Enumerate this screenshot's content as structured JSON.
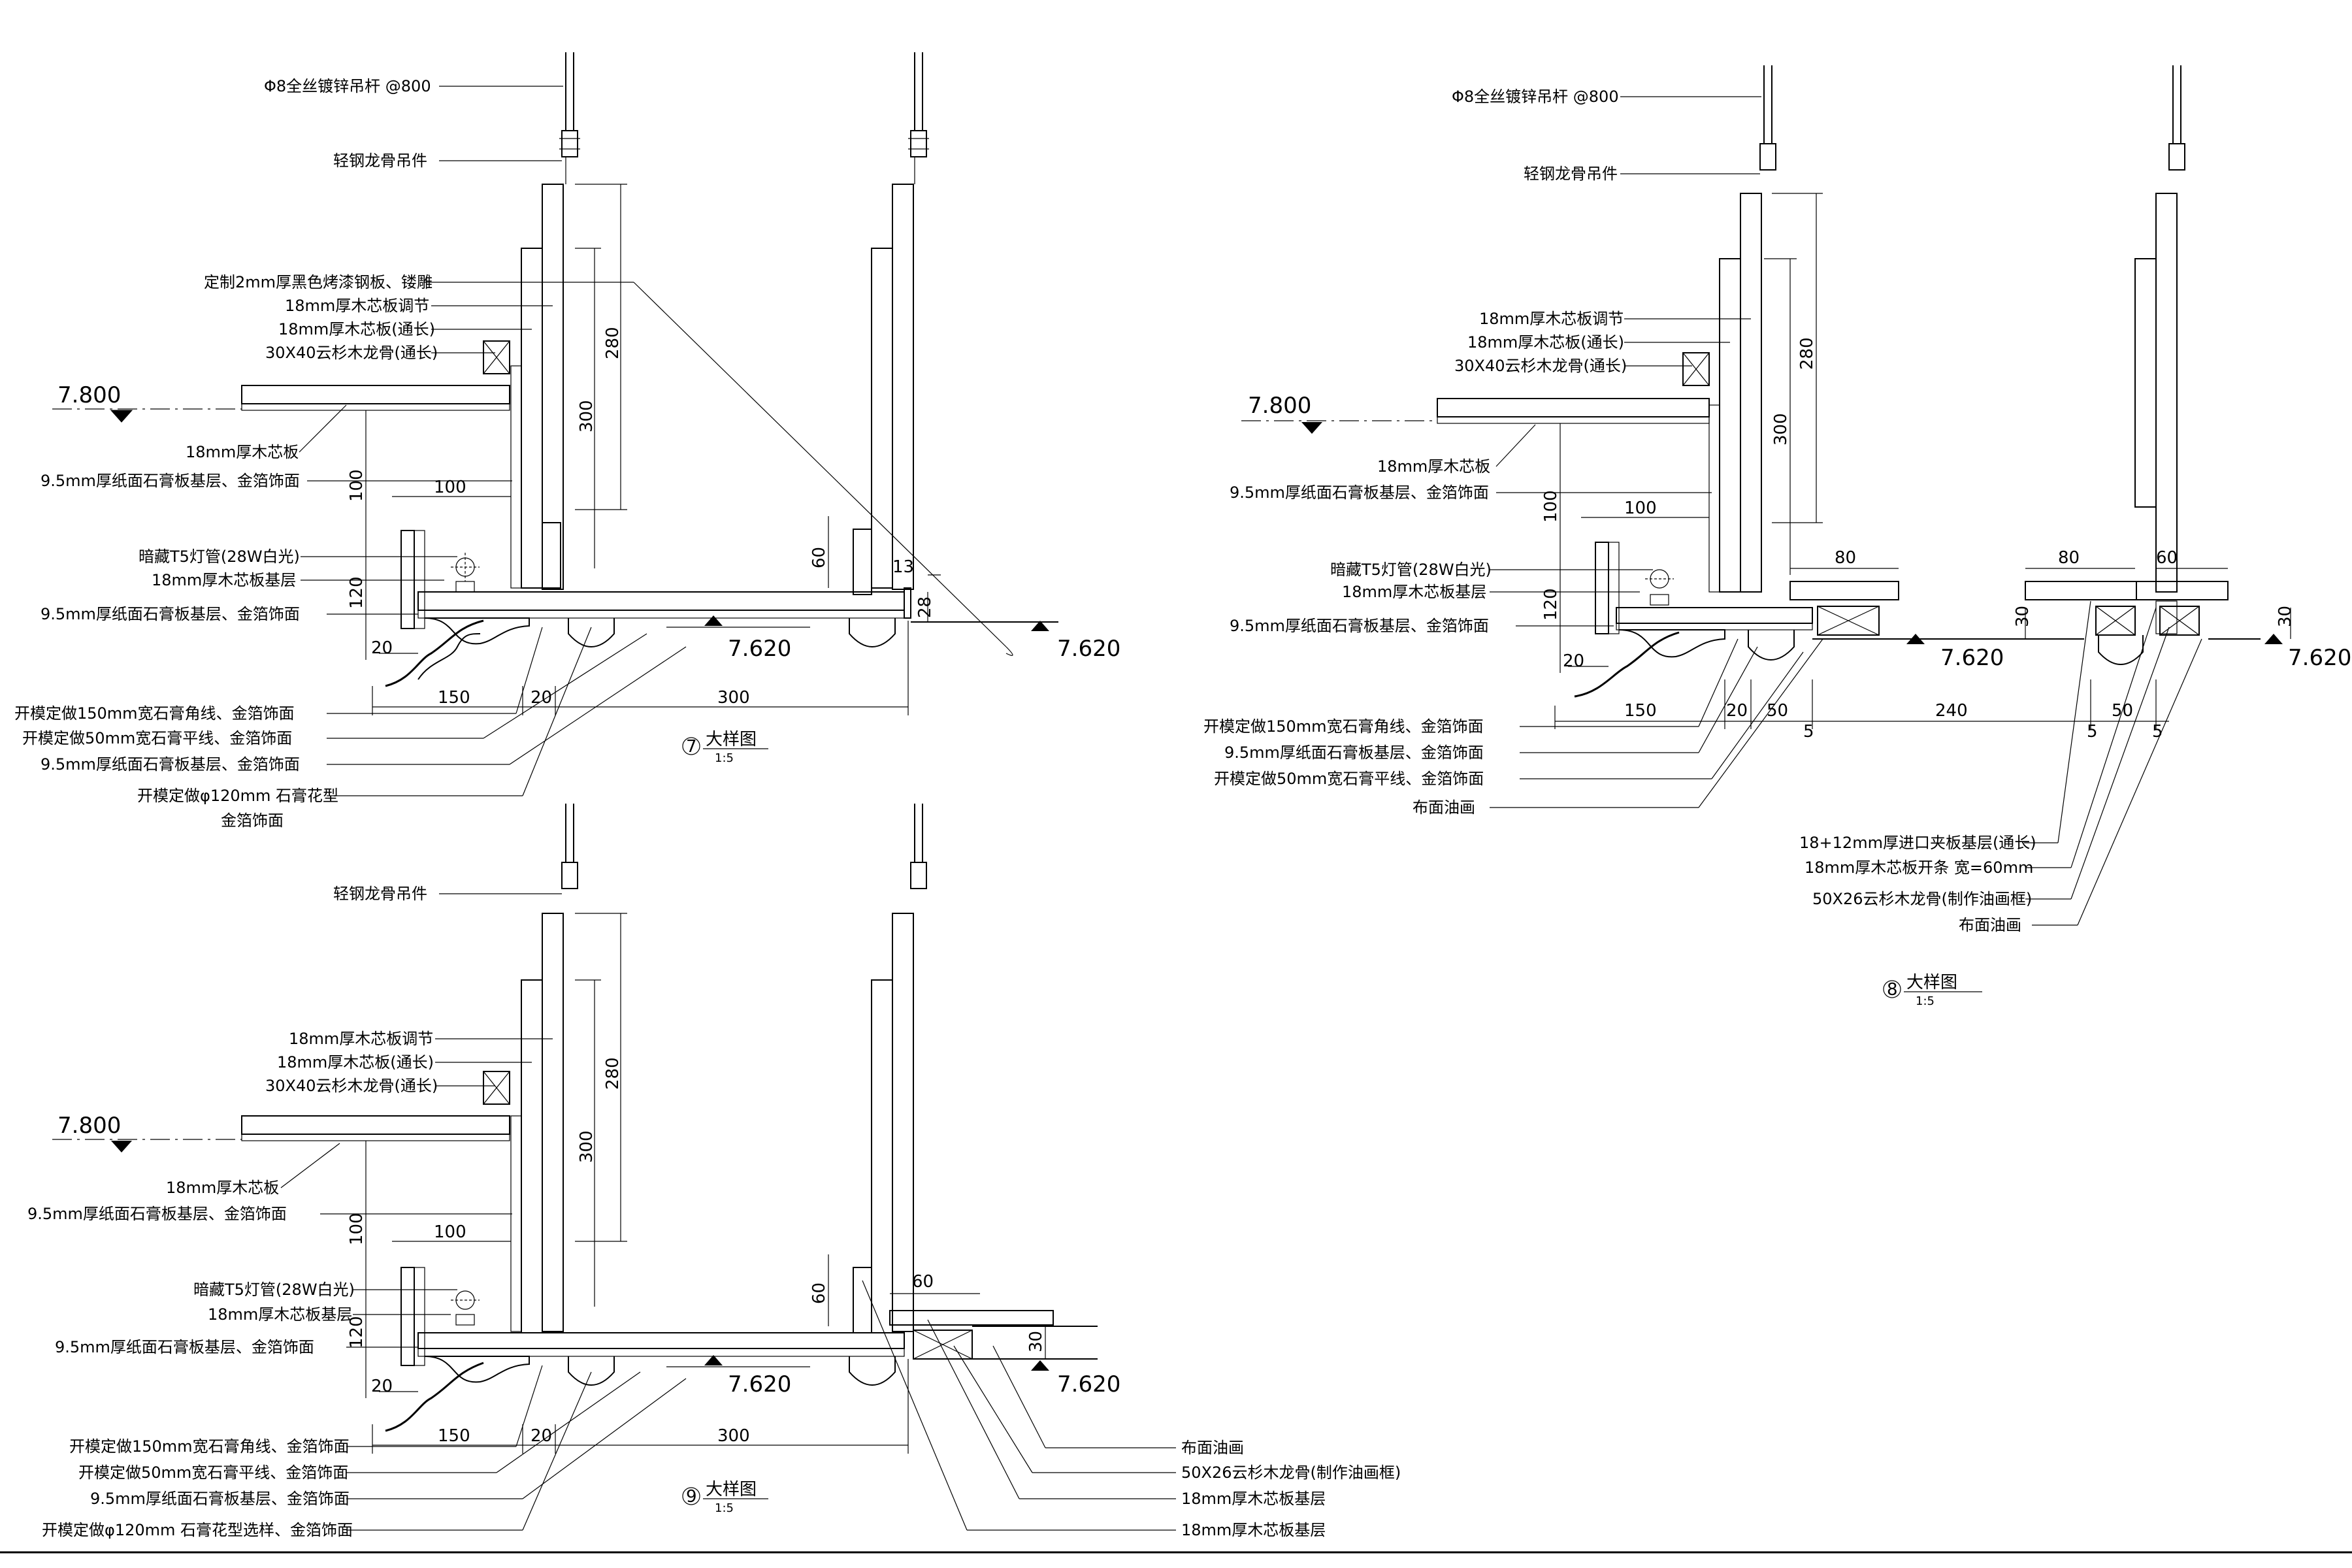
{
  "detail7": {
    "labels": [
      "Φ8全丝镀锌吊杆 @800",
      "轻钢龙骨吊件",
      "定制2mm厚黑色烤漆钢板、镂雕",
      "18mm厚木芯板调节",
      "18mm厚木芯板(通长)",
      "30X40云杉木龙骨(通长)",
      "18mm厚木芯板",
      "9.5mm厚纸面石膏板基层、金箔饰面",
      "暗藏T5灯管(28W白光)",
      "18mm厚木芯板基层",
      "9.5mm厚纸面石膏板基层、金箔饰面",
      "开模定做150mm宽石膏角线、金箔饰面",
      "开模定做50mm宽石膏平线、金箔饰面",
      "9.5mm厚纸面石膏板基层、金箔饰面",
      "开模定做φ120mm 石膏花型",
      "金箔饰面"
    ],
    "dims": [
      "280",
      "300",
      "100",
      "100",
      "120",
      "20",
      "60",
      "13",
      "28",
      "150",
      "20",
      "300"
    ],
    "levels": [
      "7.800",
      "7.620",
      "7.620"
    ],
    "title": {
      "num": "7",
      "name": "大样图",
      "scale": "1:5"
    }
  },
  "detail8": {
    "labels_left": [
      "Φ8全丝镀锌吊杆 @800",
      "轻钢龙骨吊件",
      "18mm厚木芯板调节",
      "18mm厚木芯板(通长)",
      "30X40云杉木龙骨(通长)",
      "18mm厚木芯板",
      "9.5mm厚纸面石膏板基层、金箔饰面",
      "暗藏T5灯管(28W白光)",
      "18mm厚木芯板基层",
      "9.5mm厚纸面石膏板基层、金箔饰面",
      "开模定做150mm宽石膏角线、金箔饰面",
      "9.5mm厚纸面石膏板基层、金箔饰面",
      "开模定做50mm宽石膏平线、金箔饰面",
      "布面油画"
    ],
    "labels_bottom": [
      "18+12mm厚进口夹板基层(通长)",
      "18mm厚木芯板开条 宽=60mm",
      "50X26云杉木龙骨(制作油画框)",
      "布面油画"
    ],
    "dims": [
      "280",
      "300",
      "100",
      "100",
      "120",
      "20",
      "80",
      "80",
      "60",
      "30",
      "30",
      "150",
      "20",
      "50",
      "240",
      "50",
      "5",
      "5",
      "5"
    ],
    "levels": [
      "7.800",
      "7.620",
      "7.620"
    ],
    "title": {
      "num": "8",
      "name": "大样图",
      "scale": "1:5"
    }
  },
  "detail9": {
    "labels_left": [
      "轻钢龙骨吊件",
      "18mm厚木芯板调节",
      "18mm厚木芯板(通长)",
      "30X40云杉木龙骨(通长)",
      "18mm厚木芯板",
      "9.5mm厚纸面石膏板基层、金箔饰面",
      "暗藏T5灯管(28W白光)",
      "18mm厚木芯板基层",
      "9.5mm厚纸面石膏板基层、金箔饰面",
      "开模定做150mm宽石膏角线、金箔饰面",
      "开模定做50mm宽石膏平线、金箔饰面",
      "9.5mm厚纸面石膏板基层、金箔饰面",
      "开模定做φ120mm 石膏花型选样、金箔饰面"
    ],
    "labels_right": [
      "布面油画",
      "50X26云杉木龙骨(制作油画框)",
      "18mm厚木芯板基层",
      "18mm厚木芯板基层"
    ],
    "dims": [
      "280",
      "300",
      "100",
      "100",
      "120",
      "20",
      "60",
      "60",
      "30",
      "150",
      "20",
      "300"
    ],
    "levels": [
      "7.800",
      "7.620",
      "7.620"
    ],
    "title": {
      "num": "9",
      "name": "大样图",
      "scale": "1:5"
    }
  }
}
